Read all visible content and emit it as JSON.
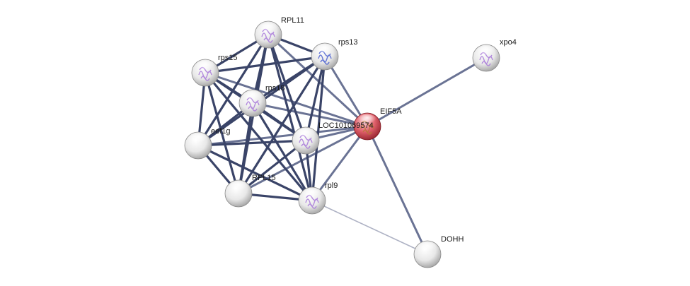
{
  "network": {
    "nodes": [
      {
        "id": "RPL11",
        "label": "RPL11",
        "color": "grey",
        "structure": true
      },
      {
        "id": "rps13",
        "label": "rps13",
        "color": "grey",
        "structure": true
      },
      {
        "id": "xpo4",
        "label": "xpo4",
        "color": "grey",
        "structure": true
      },
      {
        "id": "rps15",
        "label": "rps15",
        "color": "grey",
        "structure": true
      },
      {
        "id": "rps18",
        "label": "rps18",
        "color": "grey",
        "structure": true
      },
      {
        "id": "EIF5A",
        "label": "EIF5A",
        "color": "red",
        "structure": true
      },
      {
        "id": "LOC101069574",
        "label": "LOC101069574",
        "color": "grey",
        "structure": true
      },
      {
        "id": "eef1g",
        "label": "eef1g",
        "color": "grey",
        "structure": false
      },
      {
        "id": "RPL15",
        "label": "RPL15",
        "color": "grey",
        "structure": false
      },
      {
        "id": "rpl9",
        "label": "rpl9",
        "color": "grey",
        "structure": true
      },
      {
        "id": "DOHH",
        "label": "DOHH",
        "color": "grey",
        "structure": false
      }
    ],
    "edges": [
      {
        "source": "EIF5A",
        "target": "xpo4",
        "strength": "medium"
      },
      {
        "source": "EIF5A",
        "target": "DOHH",
        "strength": "medium"
      },
      {
        "source": "EIF5A",
        "target": "RPL11",
        "strength": "medium"
      },
      {
        "source": "EIF5A",
        "target": "rps13",
        "strength": "medium"
      },
      {
        "source": "EIF5A",
        "target": "rps15",
        "strength": "medium"
      },
      {
        "source": "EIF5A",
        "target": "rps18",
        "strength": "medium"
      },
      {
        "source": "EIF5A",
        "target": "LOC101069574",
        "strength": "medium"
      },
      {
        "source": "EIF5A",
        "target": "eef1g",
        "strength": "medium"
      },
      {
        "source": "EIF5A",
        "target": "RPL15",
        "strength": "medium"
      },
      {
        "source": "EIF5A",
        "target": "rpl9",
        "strength": "medium"
      },
      {
        "source": "rpl9",
        "target": "DOHH",
        "strength": "weak"
      },
      {
        "source": "RPL11",
        "target": "rps13",
        "strength": "strong"
      },
      {
        "source": "RPL11",
        "target": "rps15",
        "strength": "strong"
      },
      {
        "source": "RPL11",
        "target": "rps18",
        "strength": "strong"
      },
      {
        "source": "RPL11",
        "target": "LOC101069574",
        "strength": "strong"
      },
      {
        "source": "RPL11",
        "target": "eef1g",
        "strength": "strong"
      },
      {
        "source": "RPL11",
        "target": "RPL15",
        "strength": "strong"
      },
      {
        "source": "RPL11",
        "target": "rpl9",
        "strength": "strong"
      },
      {
        "source": "rps13",
        "target": "rps15",
        "strength": "strong"
      },
      {
        "source": "rps13",
        "target": "rps18",
        "strength": "strong"
      },
      {
        "source": "rps13",
        "target": "LOC101069574",
        "strength": "strong"
      },
      {
        "source": "rps13",
        "target": "eef1g",
        "strength": "strong"
      },
      {
        "source": "rps13",
        "target": "RPL15",
        "strength": "strong"
      },
      {
        "source": "rps13",
        "target": "rpl9",
        "strength": "strong"
      },
      {
        "source": "rps15",
        "target": "rps18",
        "strength": "strong"
      },
      {
        "source": "rps15",
        "target": "LOC101069574",
        "strength": "strong"
      },
      {
        "source": "rps15",
        "target": "eef1g",
        "strength": "strong"
      },
      {
        "source": "rps15",
        "target": "RPL15",
        "strength": "strong"
      },
      {
        "source": "rps15",
        "target": "rpl9",
        "strength": "strong"
      },
      {
        "source": "rps18",
        "target": "LOC101069574",
        "strength": "strong"
      },
      {
        "source": "rps18",
        "target": "eef1g",
        "strength": "strong"
      },
      {
        "source": "rps18",
        "target": "RPL15",
        "strength": "strong"
      },
      {
        "source": "rps18",
        "target": "rpl9",
        "strength": "strong"
      },
      {
        "source": "LOC101069574",
        "target": "eef1g",
        "strength": "strong"
      },
      {
        "source": "LOC101069574",
        "target": "RPL15",
        "strength": "strong"
      },
      {
        "source": "LOC101069574",
        "target": "rpl9",
        "strength": "strong"
      },
      {
        "source": "eef1g",
        "target": "RPL15",
        "strength": "strong"
      },
      {
        "source": "eef1g",
        "target": "rpl9",
        "strength": "strong"
      },
      {
        "source": "RPL15",
        "target": "rpl9",
        "strength": "strong"
      }
    ]
  },
  "colors": {
    "edge_strong": "#3a4468",
    "edge_medium": "#6a7394",
    "edge_weak": "#aeb2c4",
    "node_grey": "#e6e6e6",
    "node_red": "#d64a55",
    "structure_fill": "#a879d9"
  }
}
